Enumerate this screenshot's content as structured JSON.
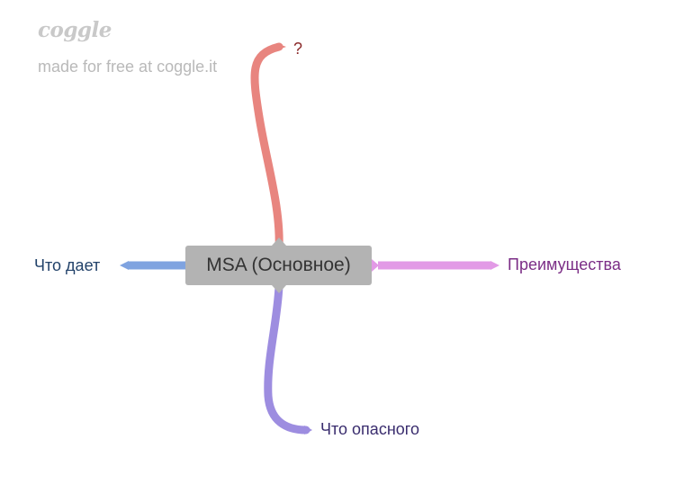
{
  "watermark": {
    "logo": "coggle",
    "tagline": "made for free at coggle.it"
  },
  "central_node": {
    "label": "MSA (Основное)"
  },
  "branches": {
    "top": {
      "label": "?",
      "color": "#e8857f"
    },
    "left": {
      "label": "Что дает",
      "color": "#7fa3e0"
    },
    "right": {
      "label": "Преимущества",
      "color": "#e29ae6"
    },
    "bottom": {
      "label": "Что опасного",
      "color": "#9d8de0"
    }
  },
  "colors": {
    "central_node_bg": "#b3b3b3",
    "central_node_text": "#333333"
  }
}
